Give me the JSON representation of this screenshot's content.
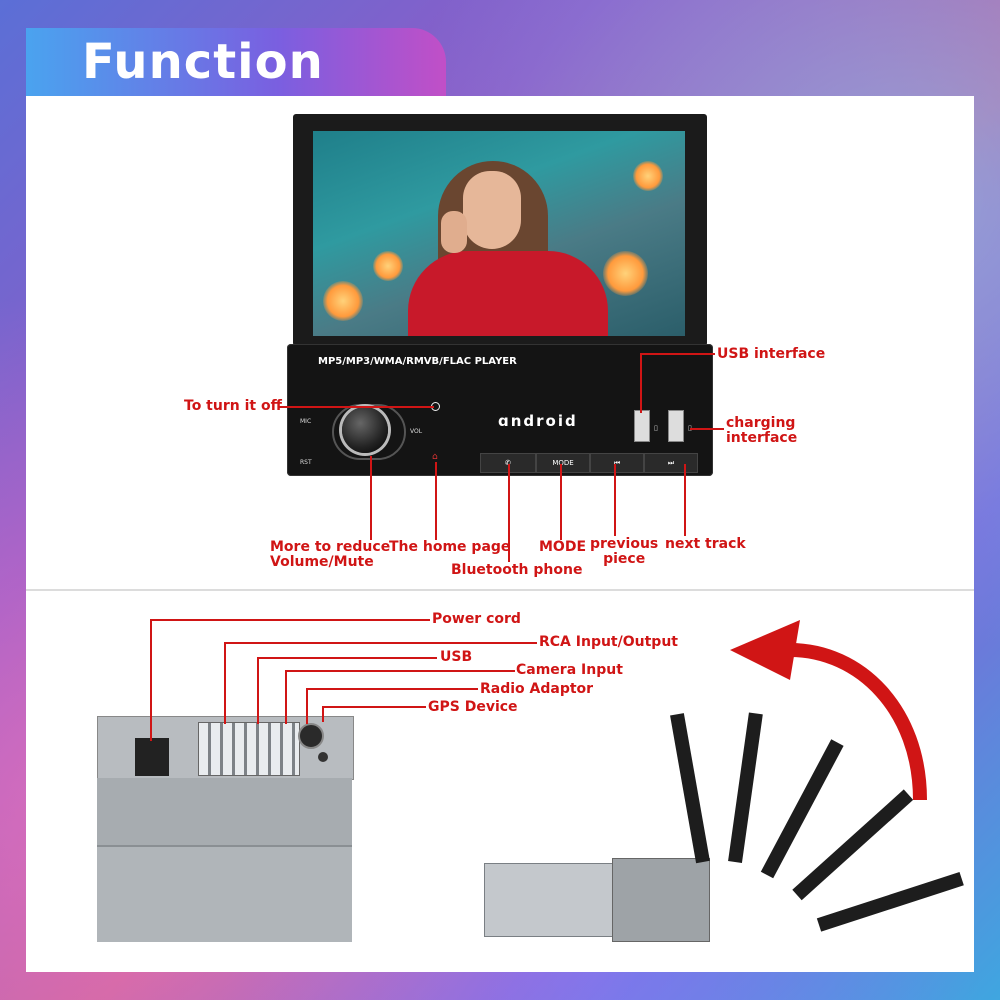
{
  "header": {
    "title": "Function"
  },
  "front_panel": {
    "player_label": "MP5/MP3/WMA/RMVB/FLAC  PLAYER",
    "brand": "ɑndroid",
    "mic_label": "MIC",
    "rst_label": "RST",
    "vol_label": "VOL",
    "mode_label": "MODE",
    "callouts": {
      "usb": "USB interface",
      "charging": "charging\ninterface",
      "power": "To turn it off",
      "volume": "More to reduce\nVolume/Mute",
      "home": "The home page",
      "bluetooth": "Bluetooth phone",
      "mode": "MODE",
      "previous": "previous\npiece",
      "next": "next track"
    }
  },
  "back_panel": {
    "callouts": {
      "power_cord": "Power cord",
      "rca": "RCA Input/Output",
      "usb": "USB",
      "camera": "Camera Input",
      "radio": "Radio  Adaptor",
      "gps": "GPS Device"
    }
  },
  "colors": {
    "callout": "#d01515",
    "accent_gradient_start": "#4aa3ef",
    "accent_gradient_end": "#c14fc7"
  }
}
